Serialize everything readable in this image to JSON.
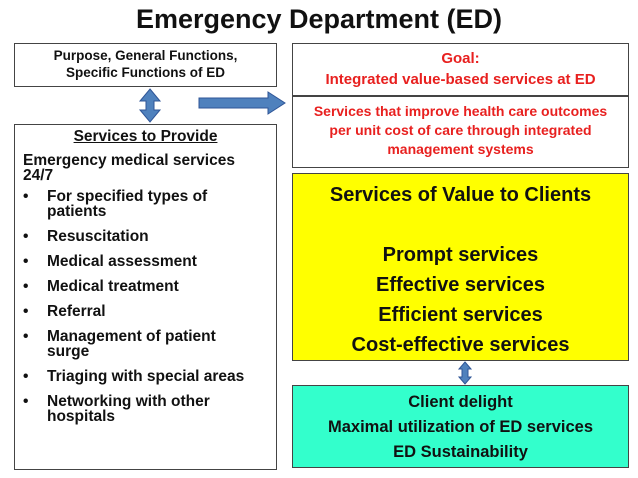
{
  "title": "Emergency Department (ED)",
  "purpose": {
    "line1": "Purpose, General Functions,",
    "line2": "Specific Functions of ED"
  },
  "goal": {
    "label": "Goal:",
    "text": "Integrated value-based services at ED",
    "description_lines": [
      "Services that improve health care outcomes",
      "per unit cost of care through integrated",
      "management systems"
    ]
  },
  "services": {
    "title": "Services to Provide",
    "intro_lines": [
      "Emergency medical services",
      "24/7"
    ],
    "bullet": "•",
    "items": [
      [
        "For specified types of",
        "patients"
      ],
      [
        "Resuscitation"
      ],
      [
        "Medical assessment"
      ],
      [
        "Medical treatment"
      ],
      [
        "Referral"
      ],
      [
        "Management of patient",
        "surge"
      ],
      [
        "Triaging with special areas"
      ],
      [
        "Networking with other",
        "hospitals"
      ]
    ]
  },
  "value": {
    "title": "Services of Value to Clients",
    "items": [
      "Prompt services",
      "Effective services",
      "Efficient services",
      "Cost-effective services"
    ]
  },
  "client": {
    "lines": [
      "Client delight",
      "Maximal utilization of ED services",
      "ED Sustainability"
    ]
  },
  "colors": {
    "red_text": "#e8201f",
    "yellow_box": "#ffff00",
    "teal_box": "#33ffcc",
    "arrow_fill": "#4f81bd",
    "arrow_stroke": "#2f5597"
  }
}
